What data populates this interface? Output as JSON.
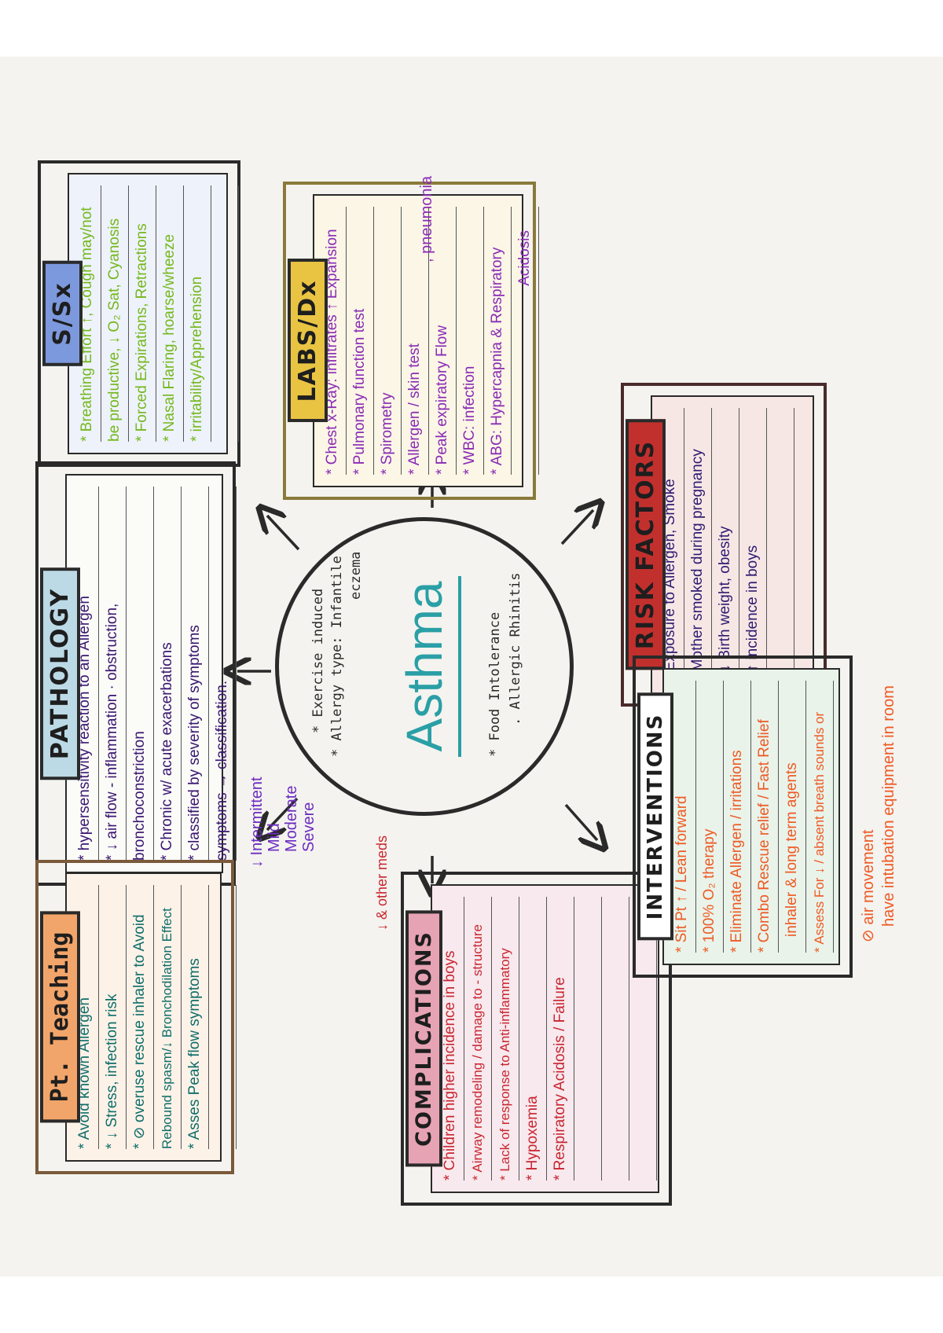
{
  "center": {
    "title": "Asthma",
    "notes_top": [
      "* Exercise induced",
      "* Allergy type: Infantile",
      "eczema"
    ],
    "notes_bottom": [
      "* Food Intolerance",
      ". Allergic Rhinitis"
    ]
  },
  "pathology": {
    "title": "PATHOLOGY",
    "items": [
      "* hypersensitivity reaction to an Allergen",
      "* ↓ air flow - inflammation · obstruction,",
      "bronchoconstriction",
      "* Chronic w/ acute exacerbations",
      "* classified by severity of symptoms",
      "symptoms → classification."
    ],
    "severity_levels": [
      "↓ Intermittent",
      "Mild",
      "Moderate",
      "Severe"
    ]
  },
  "ssx": {
    "title": "S/Sx",
    "items": [
      "* Breathing Effort ↑, Cough may/not",
      "be productive, ↓ O₂ Sat, Cyanosis",
      "* Forced Expirations, Retractions",
      "* Nasal Flaring, hoarse/wheeze",
      "* irritability/Apprehension"
    ]
  },
  "labs": {
    "title": "LABS/Dx",
    "items": [
      "* Chest x-Ray: infiltrates ↑ Expansion",
      "* Pulmonary function test",
      "* Spirometry",
      "* Allergen / skin test",
      "* Peak expiratory Flow",
      "* WBC: infection",
      "* ABG: Hypercapnia & Respiratory",
      "Acidosis"
    ],
    "side_note": ", pneumonia"
  },
  "risk": {
    "title": "RISK FACTORS",
    "items": [
      "* Exposure to Allergen, Smoke",
      "* Mother smoked during pregnancy",
      "* ↓ Birth weight, obesity",
      "* ↑ incidence in boys"
    ]
  },
  "teaching": {
    "title": "Pt. Teaching",
    "items": [
      "* Avoid known Allergen",
      "* ↓ Stress, infection risk",
      "* ⊘ overuse rescue inhaler to Avoid",
      "Rebound spasm/↓ Bronchodilation Effect",
      "* Asses Peak flow symptoms"
    ]
  },
  "complications": {
    "title": "COMPLICATIONS",
    "items": [
      "* Children higher incidence in boys",
      "* Airway remodeling / damage to - structure",
      "* Lack of response to Anti-inflammatory",
      "* Hypoxemia",
      "* Respiratory Acidosis / Failure"
    ],
    "side_note": "↓ & other meds"
  },
  "interventions": {
    "title": "INTERVENTIONS",
    "items": [
      "* Sit Pt ↑ / Lean forward",
      "* 100% O₂ therapy",
      "* Eliminate Allergen / irritations",
      "* Combo Rescue relief / Fast Relief",
      "inhaler & long term agents",
      "* Assess For ↓ / absent breath sounds or"
    ],
    "overflow_notes": [
      "⊘ air movement",
      "have intubation equipment in room"
    ]
  },
  "colors": {
    "pathology_tab": "#bcd9e6",
    "ssx_tab": "#7d99dd",
    "labs_tab": "#e9c443",
    "risk_tab": "#c2302e",
    "teaching_tab": "#f2a56a",
    "complications_tab": "#e6a3b4",
    "interventions_tab": "#2d2d2d",
    "pathology_ink": "#3a1670",
    "ssx_ink": "#74b81d",
    "labs_ink": "#8a2bb5",
    "risk_ink": "#2f1a72",
    "teaching_ink": "#0f6e6a",
    "complications_ink": "#c9252f",
    "interventions_ink": "#ee5a24",
    "hub_title": "#2a9fa6"
  }
}
